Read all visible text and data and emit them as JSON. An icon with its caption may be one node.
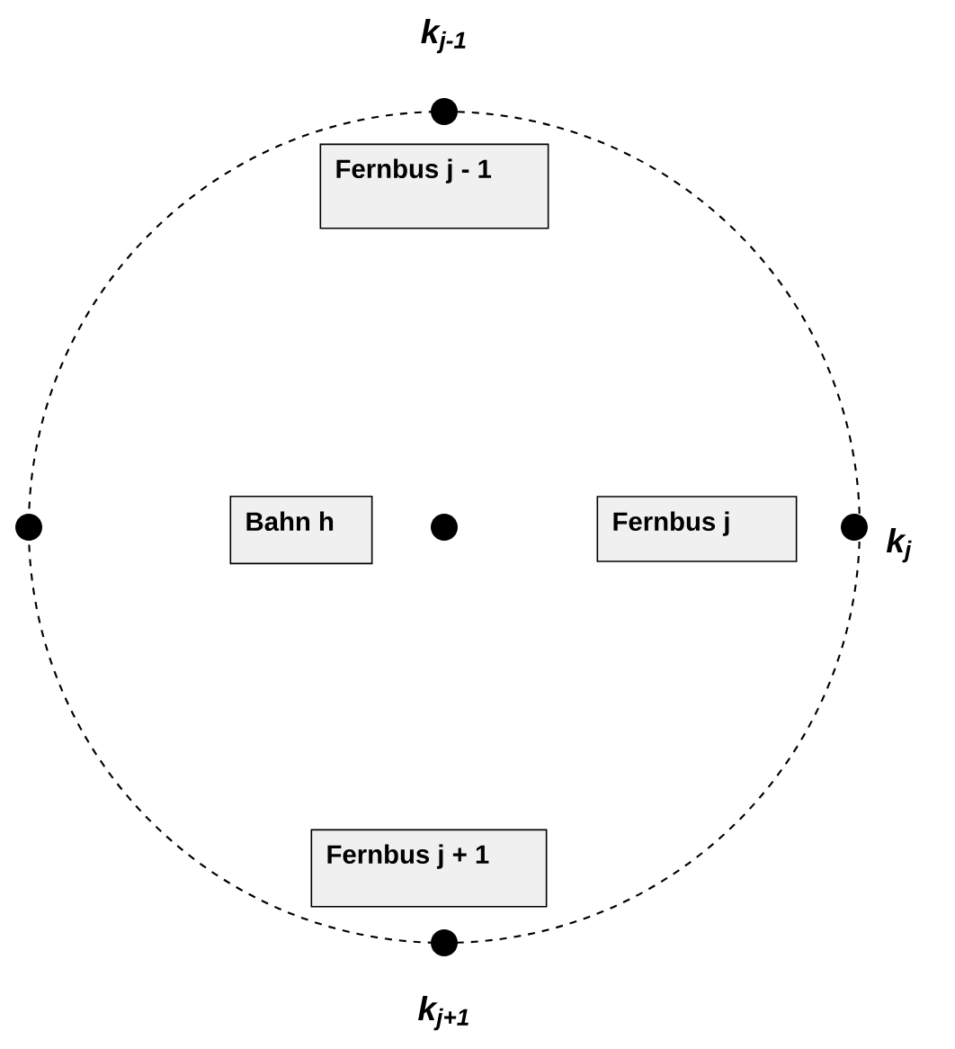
{
  "diagram": {
    "nodes": [
      {
        "text": [
          "Fernbus j - 1"
        ]
      },
      {
        "text": [
          "Bahn h"
        ]
      },
      {
        "text": [
          "Fernbus j"
        ]
      },
      {
        "text": [
          "Fernbus j + 1"
        ]
      }
    ],
    "labels": [
      "k$_{j-1}$",
      "k$_{j}$",
      "k$_{j+1}$"
    ]
  }
}
